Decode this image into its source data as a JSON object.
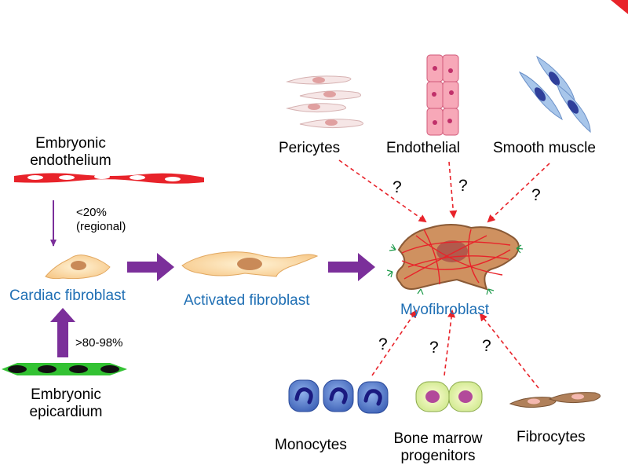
{
  "colors": {
    "arrow_purple": "#7b2f9a",
    "arrow_red": "#e8232a",
    "label_blue": "#1f6fb4"
  },
  "sources": {
    "embryonic_endothelium": [
      "Embryonic",
      "endothelium"
    ],
    "embryonic_epicardium": [
      "Embryonic",
      "epicardium"
    ],
    "endothelium_contribution": [
      "<20%",
      "(regional)"
    ],
    "epicardium_contribution": ">80-98%"
  },
  "stages": {
    "cardiac_fibroblast": "Cardiac fibroblast",
    "activated_fibroblast": "Activated fibroblast",
    "myofibroblast": "Myofibroblast"
  },
  "candidate_sources_top": {
    "pericytes": "Pericytes",
    "endothelial": "Endothelial",
    "smooth_muscle": "Smooth muscle"
  },
  "candidate_sources_bottom": {
    "monocytes": "Monocytes",
    "bone_marrow": [
      "Bone marrow",
      "progenitors"
    ],
    "fibrocytes": "Fibrocytes"
  },
  "uncertain_marker": "?"
}
